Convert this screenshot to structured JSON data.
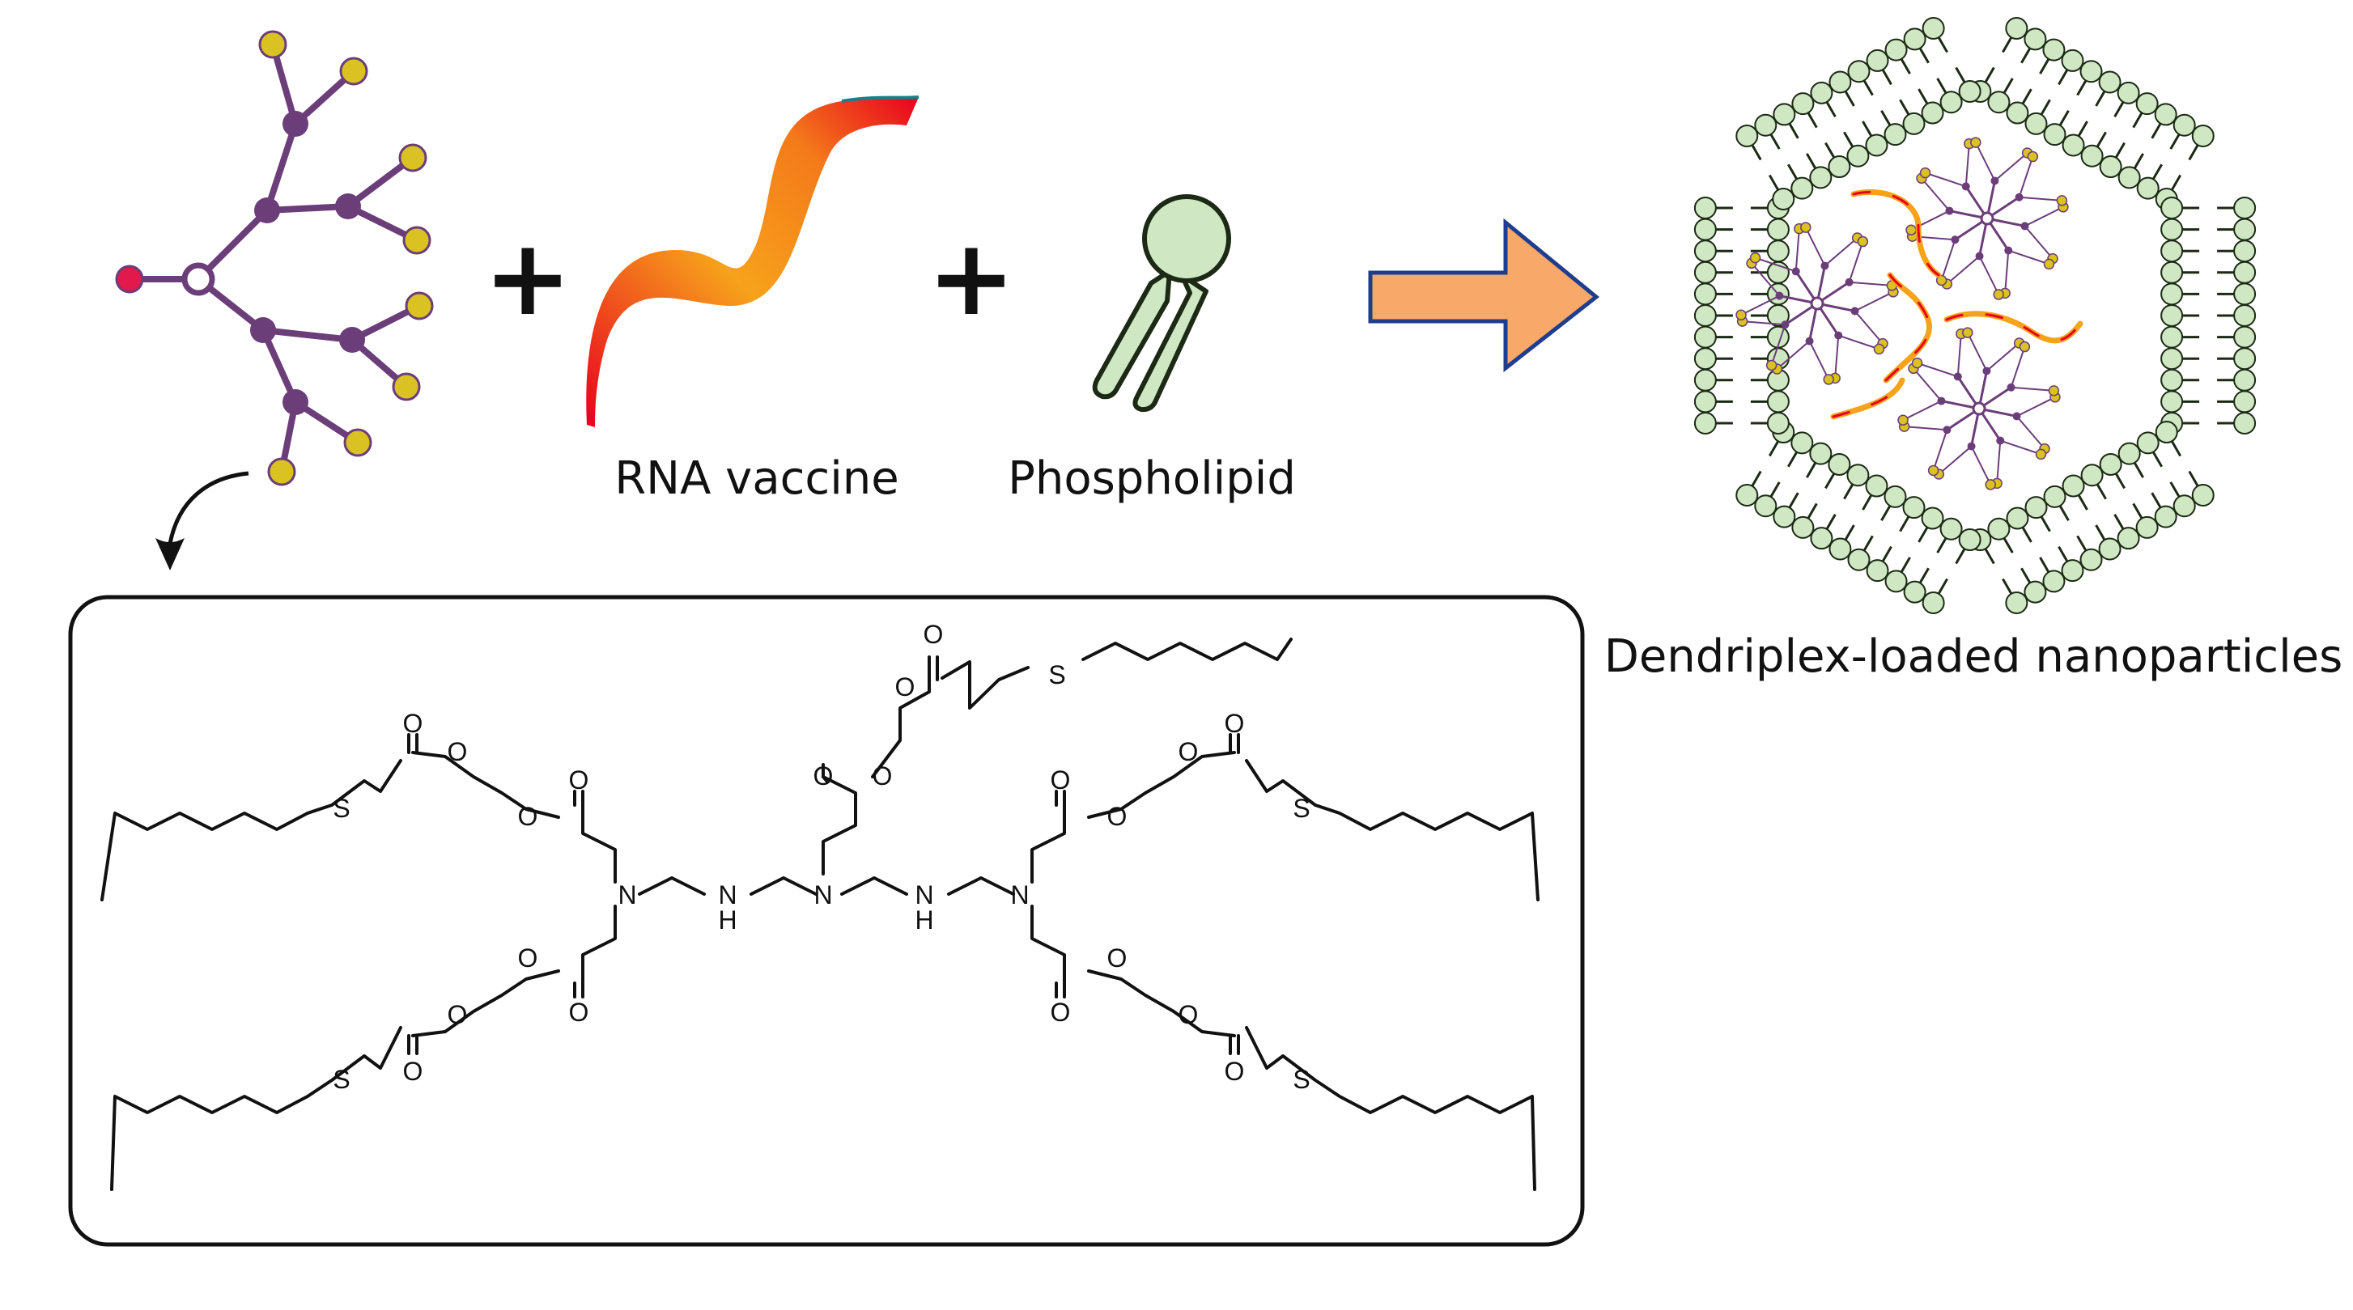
{
  "labels": {
    "rna": "RNA vaccine",
    "phospholipid": "Phospholipid",
    "nanoparticle": "Dendriplex-loaded nanoparticles",
    "plus": "+"
  },
  "colors": {
    "dendrimer": "#6b3e79",
    "dendrimer_tip": "#d9c221",
    "dendrimer_core": "#e2194b",
    "rna_start": "#e8001f",
    "rna_end": "#f7a21b",
    "lipid": "#cfe8c3",
    "lipid_stroke": "#1c2a15",
    "arrow_fill": "#f8a868",
    "arrow_stroke": "#1e3d8f"
  },
  "icons": [
    "dendrimer-icon",
    "rna-strand-icon",
    "phospholipid-icon",
    "reaction-arrow-icon",
    "nanoparticle-icon",
    "curved-arrow-icon"
  ],
  "structure": {
    "atoms": {
      "N": "N",
      "NH_N": "N",
      "NH_H": "H",
      "O": "O",
      "S": "S"
    }
  }
}
